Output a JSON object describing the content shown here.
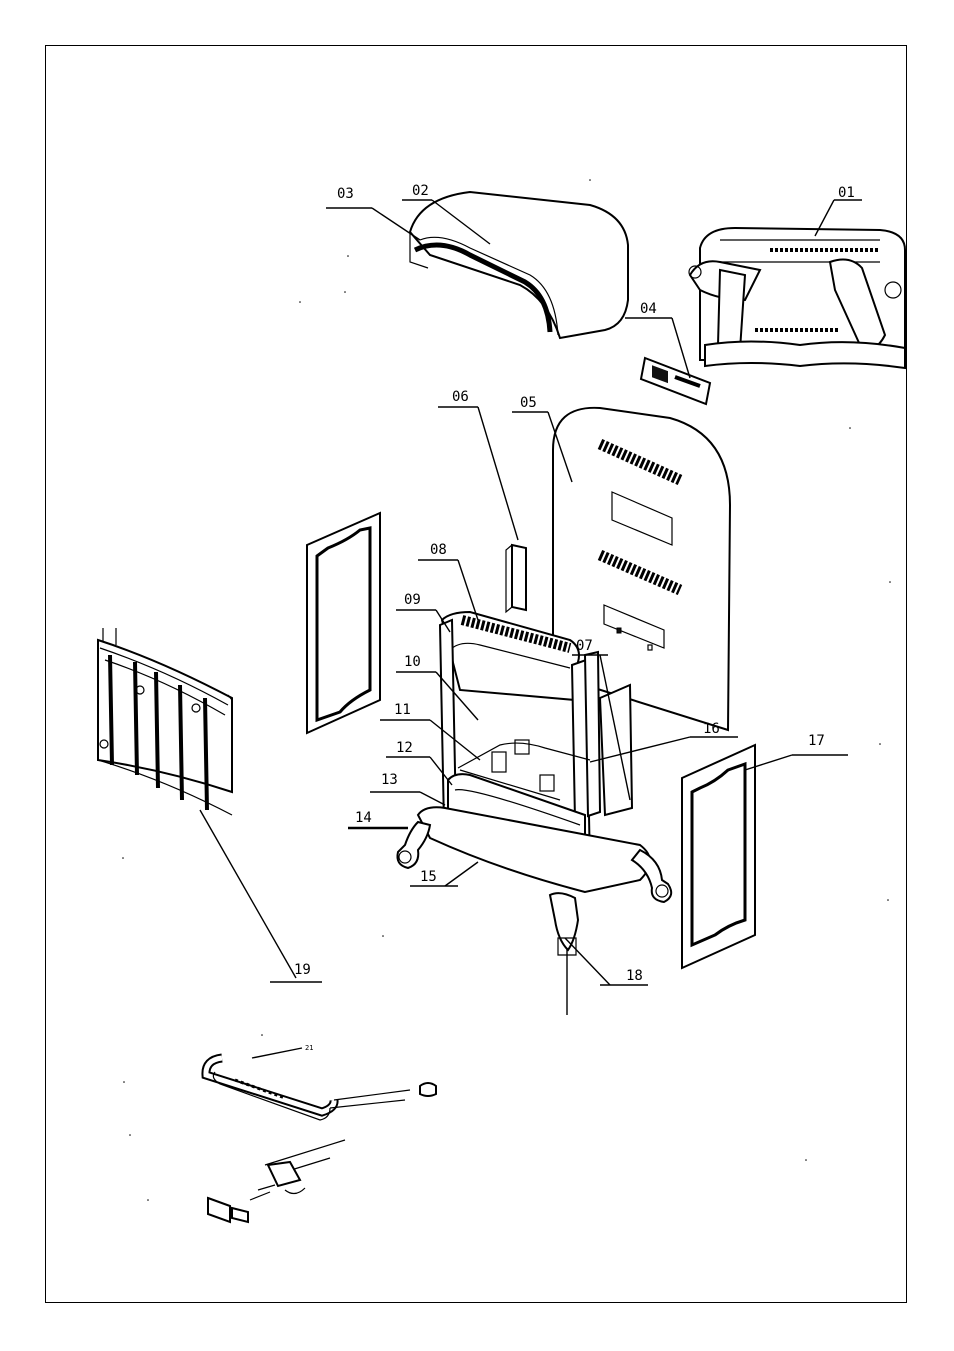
{
  "callouts": [
    {
      "id": "c01",
      "text": "01"
    },
    {
      "id": "c02",
      "text": "02"
    },
    {
      "id": "c03",
      "text": "03"
    },
    {
      "id": "c04",
      "text": "04"
    },
    {
      "id": "c05",
      "text": "05"
    },
    {
      "id": "c06",
      "text": "06"
    },
    {
      "id": "c07",
      "text": "07"
    },
    {
      "id": "c08",
      "text": "08"
    },
    {
      "id": "c09",
      "text": "09"
    },
    {
      "id": "c10",
      "text": "10"
    },
    {
      "id": "c11",
      "text": "11"
    },
    {
      "id": "c12",
      "text": "12"
    },
    {
      "id": "c13",
      "text": "13"
    },
    {
      "id": "c14",
      "text": "14"
    },
    {
      "id": "c15",
      "text": "15"
    },
    {
      "id": "c16",
      "text": "16"
    },
    {
      "id": "c17",
      "text": "17"
    },
    {
      "id": "c18",
      "text": "18"
    },
    {
      "id": "c19",
      "text": "19"
    },
    {
      "id": "c21",
      "text": "21"
    }
  ]
}
